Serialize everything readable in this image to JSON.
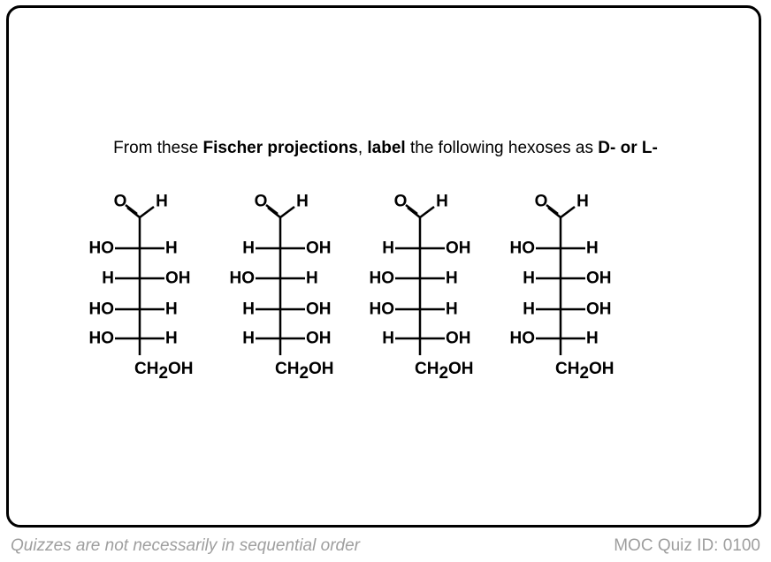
{
  "instruction": {
    "part1": "From these ",
    "bold1": "Fischer projections",
    "part2": ", ",
    "bold2": "label",
    "part3": " the following hexoses as ",
    "bold3": "D- or L-"
  },
  "aldehyde": {
    "o": "O",
    "h": "H"
  },
  "terminal": {
    "main": "CH",
    "sub": "2",
    "tail": "OH"
  },
  "molecules": [
    {
      "rows": [
        {
          "left": "HO",
          "right": "H"
        },
        {
          "left": "H",
          "right": "OH"
        },
        {
          "left": "HO",
          "right": "H"
        },
        {
          "left": "HO",
          "right": "H"
        }
      ]
    },
    {
      "rows": [
        {
          "left": "H",
          "right": "OH"
        },
        {
          "left": "HO",
          "right": "H"
        },
        {
          "left": "H",
          "right": "OH"
        },
        {
          "left": "H",
          "right": "OH"
        }
      ]
    },
    {
      "rows": [
        {
          "left": "H",
          "right": "OH"
        },
        {
          "left": "HO",
          "right": "H"
        },
        {
          "left": "HO",
          "right": "H"
        },
        {
          "left": "H",
          "right": "OH"
        }
      ]
    },
    {
      "rows": [
        {
          "left": "HO",
          "right": "H"
        },
        {
          "left": "H",
          "right": "OH"
        },
        {
          "left": "H",
          "right": "OH"
        },
        {
          "left": "HO",
          "right": "H"
        }
      ]
    }
  ],
  "footer": {
    "note": "Quizzes are not necessarily in sequential order",
    "quiz_id": "MOC Quiz ID: 0100"
  }
}
